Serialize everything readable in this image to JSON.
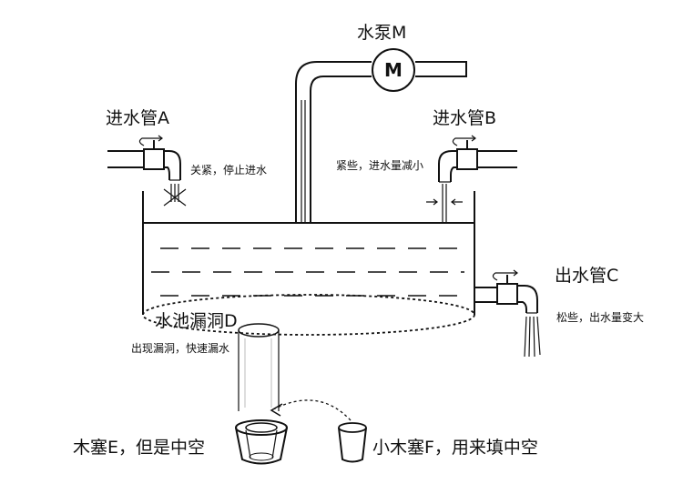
{
  "labels": {
    "pump": "水泵M",
    "pump_letter": "M",
    "inlet_a": "进水管A",
    "inlet_a_note": "关紧，停止进水",
    "inlet_b": "进水管B",
    "inlet_b_note": "紧些，进水量减小",
    "outlet_c": "出水管C",
    "outlet_c_note": "松些，出水量变大",
    "leak_d": "水池漏洞D",
    "leak_d_note": "出现漏洞，快速漏水",
    "plug_e": "木塞E，但是中空",
    "plug_f": "小木塞F，用来填中空"
  }
}
